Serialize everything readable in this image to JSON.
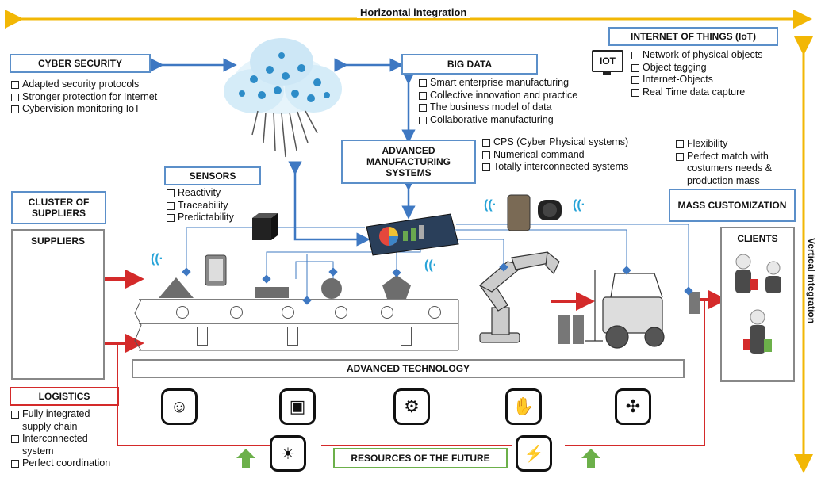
{
  "horizontal_integration": "Horizontal integration",
  "vertical_integration": "Vertical integration",
  "cyber_security": {
    "title": "CYBER SECURITY",
    "items": [
      "Adapted security protocols",
      "Stronger protection for Internet",
      "Cybervision monitoring IoT"
    ]
  },
  "big_data": {
    "title": "BIG DATA",
    "items": [
      "Smart enterprise manufacturing",
      "Collective innovation and practice",
      "The business model of data",
      "Collaborative manufacturing"
    ]
  },
  "iot": {
    "title": "INTERNET OF THINGS (IoT)",
    "badge": "IOT",
    "items": [
      "Network of physical objects",
      "Object tagging",
      "Internet-Objects",
      "Real Time data capture"
    ]
  },
  "advanced_manufacturing": {
    "title": "ADVANCED MANUFACTURING SYSTEMS",
    "items": [
      "CPS (Cyber Physical systems)",
      "Numerical command",
      "Totally interconnected systems"
    ]
  },
  "sensors": {
    "title": "SENSORS",
    "items": [
      "Reactivity",
      "Traceability",
      "Predictability"
    ]
  },
  "cluster": {
    "title": "CLUSTER OF SUPPLIERS"
  },
  "suppliers": {
    "title": "SUPPLIERS"
  },
  "mass_customization": {
    "title": "MASS CUSTOMIZATION",
    "items": [
      "Flexibility",
      "Perfect match with costumers needs & production mass"
    ]
  },
  "clients": {
    "title": "CLIENTS"
  },
  "advanced_technology": "ADVANCED TECHNOLOGY",
  "logistics": {
    "title": "LOGISTICS",
    "items": [
      "Fully integrated supply chain",
      "Interconnected system",
      "Perfect coordination"
    ]
  },
  "resources": "RESOURCES OF THE FUTURE",
  "colors": {
    "blue": "#3e78c2",
    "red": "#d42a2a",
    "gold": "#f2b705",
    "green": "#6cb04a"
  }
}
